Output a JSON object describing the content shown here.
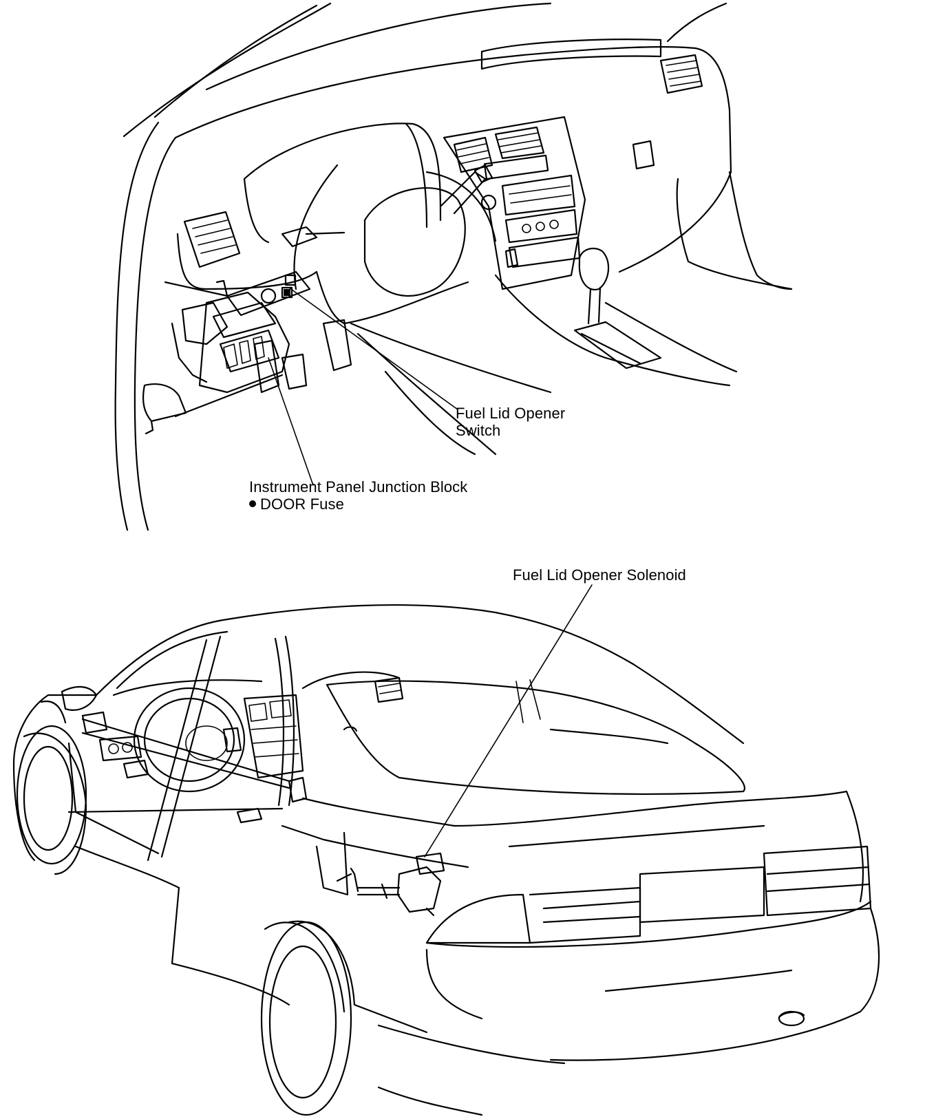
{
  "labels": {
    "switch": {
      "line1": "Fuel Lid Opener",
      "line2": "Switch"
    },
    "junction_block": {
      "line1": "Instrument Panel Junction Block",
      "line2": "DOOR Fuse"
    },
    "solenoid": "Fuel Lid Opener Solenoid"
  }
}
